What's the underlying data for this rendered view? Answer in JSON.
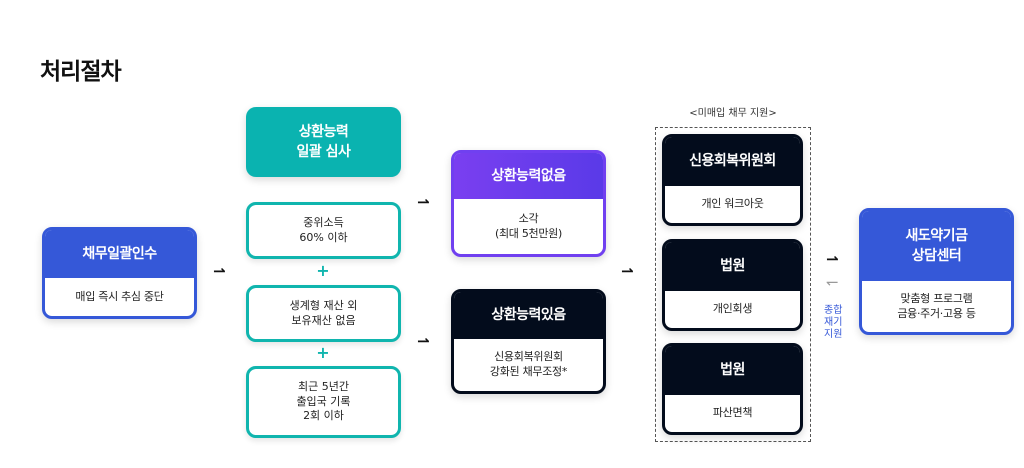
{
  "title": "처리절차",
  "step1": {
    "header": "채무일괄인수",
    "body": "매입 즉시 추심 중단"
  },
  "review": {
    "header": "상환능력\n일괄 심사",
    "criteria": [
      "중위소득\n60% 이하",
      "생계형 재산 외\n보유재산 없음",
      "최근 5년간\n출입국 기록\n2회 이하"
    ],
    "plus": "+"
  },
  "no_capacity": {
    "header": "상환능력없음",
    "body": "소각\n(최대 5천만원)"
  },
  "has_capacity": {
    "header": "상환능력있음",
    "body": "신용회복위원회\n강화된 채무조정*"
  },
  "unpurchased": {
    "label": "<미매입 채무 지원>",
    "items": [
      {
        "header": "신용회복위원회",
        "body": "개인 워크아웃"
      },
      {
        "header": "법원",
        "body": "개인회생"
      },
      {
        "header": "법원",
        "body": "파산면책"
      }
    ]
  },
  "support_label": "종합\n재기\n지원",
  "center": {
    "header": "새도약기금\n상담센터",
    "body": "맞춤형 프로그램\n금융·주거·고용 등"
  },
  "arrow": "⇀",
  "arrow_back": "↽"
}
